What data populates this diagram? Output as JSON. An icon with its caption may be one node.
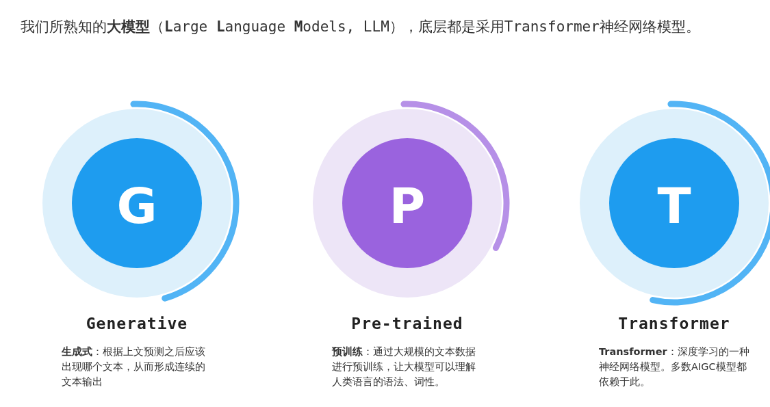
{
  "diagram": {
    "title": "我们所熟知的**大模型**（**L**arge **L**anguage **M**odels, LLM），底层都是采用Transformer神经网络模型。",
    "nodes": [
      {
        "text": [
          "G",
          "Generative",
          "**生成式**：根据上文预测之后应该出现哪个文本，从而形成连续的文本输出"
        ]
      },
      {
        "text": [
          "P",
          "Pre-trained",
          "**预训练**：通过大规模的文本数据进行预训练，让大模型可以理解人类语言的语法、词性。"
        ]
      },
      {
        "text": [
          "T",
          "Transformer",
          "**Transformer**：深度学习的一种神经网络模型。多数AIGC模型都依赖于此。"
        ]
      }
    ]
  }
}
